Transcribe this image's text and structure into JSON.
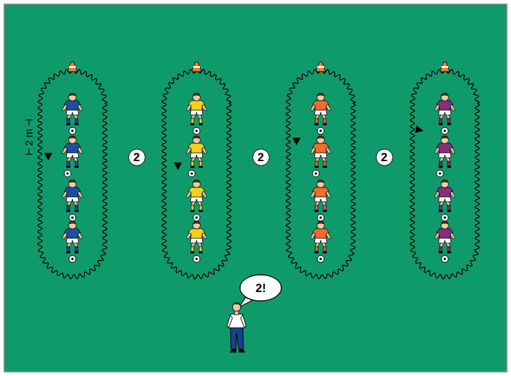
{
  "diagram": {
    "nodes": [
      {
        "text": [
          "2"
        ]
      },
      {
        "text": [
          "2"
        ]
      },
      {
        "text": [
          "2"
        ]
      },
      {
        "text": [
          "2!"
        ]
      }
    ],
    "labels": [
      "2 m"
    ]
  }
}
